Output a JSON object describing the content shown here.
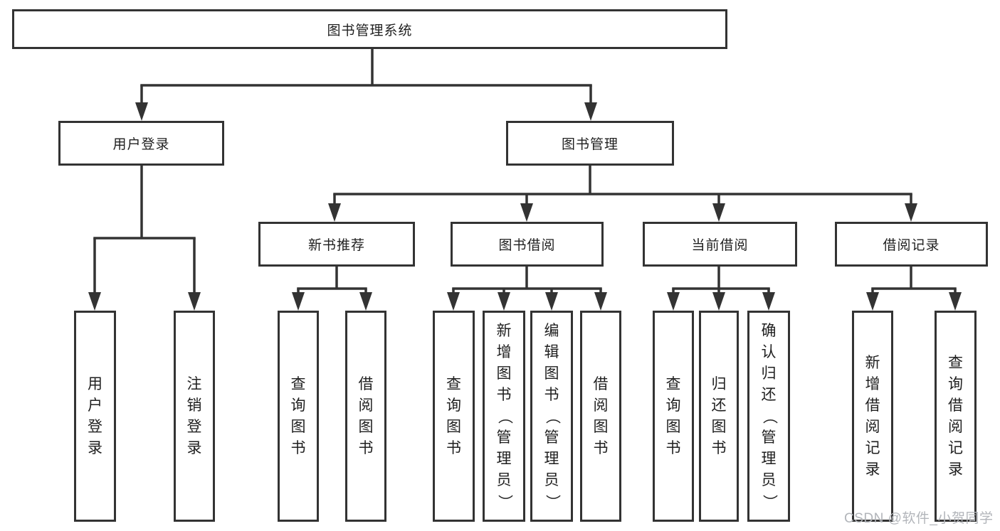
{
  "tree": {
    "label": "图书管理系统",
    "children": [
      {
        "label": "用户登录",
        "children": [
          {
            "label": "用户登录"
          },
          {
            "label": "注销登录"
          }
        ]
      },
      {
        "label": "图书管理",
        "children": [
          {
            "label": "新书推荐",
            "children": [
              {
                "label": "查询图书"
              },
              {
                "label": "借阅图书"
              }
            ]
          },
          {
            "label": "图书借阅",
            "children": [
              {
                "label": "查询图书"
              },
              {
                "label": "新增图书（管理员）"
              },
              {
                "label": "编辑图书（管理员）"
              },
              {
                "label": "借阅图书"
              }
            ]
          },
          {
            "label": "当前借阅",
            "children": [
              {
                "label": "查询图书"
              },
              {
                "label": "归还图书"
              },
              {
                "label": "确认归还（管理员）"
              }
            ]
          },
          {
            "label": "借阅记录",
            "children": [
              {
                "label": "新增借阅记录"
              },
              {
                "label": "查询借阅记录"
              }
            ]
          }
        ]
      }
    ]
  },
  "watermark": {
    "text": "CSDN @软件_小贺同学"
  },
  "colors": {
    "line": "#333333",
    "text": "#1f1f1f",
    "watermark": "#b2b5ba",
    "background": "#ffffff"
  }
}
